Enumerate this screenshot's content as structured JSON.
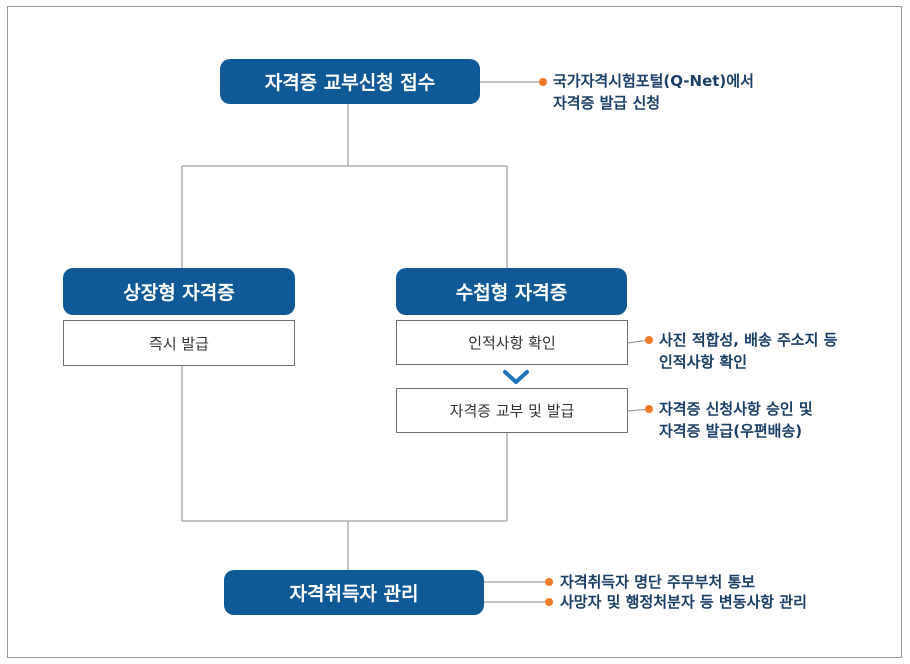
{
  "nodes": {
    "receipt": "자격증 교부신청 접수",
    "type_a": "상장형 자격증",
    "type_b": "수첩형 자격증",
    "immediate": "즉시 발급",
    "verify": "인적사항 확인",
    "issue": "자격증 교부 및 발급",
    "manage": "자격취득자 관리"
  },
  "notes": {
    "receipt_1": "국가자격시험포털(Q-Net)에서",
    "receipt_2": "자격증 발급 신청",
    "verify_1": "사진 적합성, 배송 주소지 등",
    "verify_2": "인적사항 확인",
    "issue_1": "자격증 신청사항 승인 및",
    "issue_2": "자격증 발급(우편배송)",
    "manage_1": "자격취득자 명단 주무부처 통보",
    "manage_2": "사망자 및 행정처분자 등 변동사항 관리"
  },
  "colors": {
    "node_fill": "#0f5a96",
    "bullet": "#f07a2a",
    "arrow": "#1f72b8"
  },
  "icons": {
    "flow_arrow": "chevron-down-icon"
  }
}
